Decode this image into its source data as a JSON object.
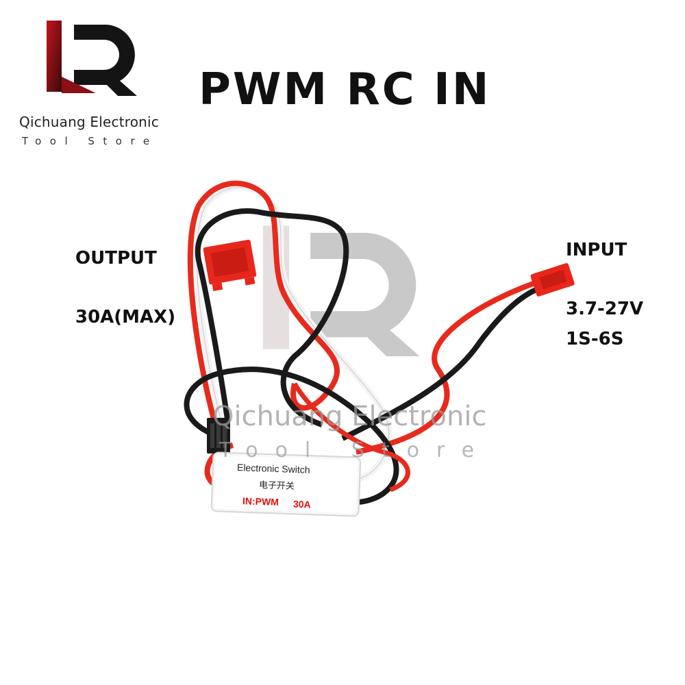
{
  "brand": {
    "name": "Qichuang Electronic",
    "subtitle": "Tool Store",
    "accent_color": "#c4151c",
    "dark_color": "#111111"
  },
  "headline": "PWM RC IN",
  "output": {
    "label": "OUTPUT",
    "rating": "30A(MAX)"
  },
  "input": {
    "label": "INPUT",
    "voltage": "3.7-27V",
    "cells": "1S-6S"
  },
  "watermark": {
    "name": "Qichuang Electronic",
    "subtitle": "Tool Store"
  },
  "module": {
    "title": "Electronic Switch",
    "chinese": "电子开关",
    "mode": "IN:PWM",
    "current": "30A"
  },
  "colors": {
    "wire_red": "#e62b1e",
    "wire_black": "#1a1a1a",
    "wire_white": "#f4f4f4",
    "connector_red": "#e8261b"
  }
}
